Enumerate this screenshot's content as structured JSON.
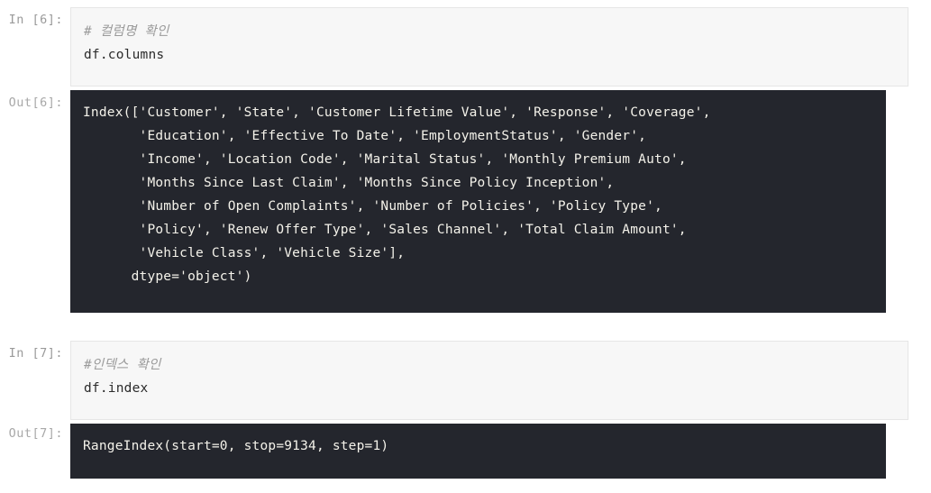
{
  "notebook": {
    "cells": [
      {
        "input_prompt": "In [6]:",
        "output_prompt": "Out[6]:",
        "source": [
          "# 컬럼명 확인",
          "df.columns"
        ],
        "output": [
          "Index(['Customer', 'State', 'Customer Lifetime Value', 'Response', 'Coverage',",
          "       'Education', 'Effective To Date', 'EmploymentStatus', 'Gender',",
          "       'Income', 'Location Code', 'Marital Status', 'Monthly Premium Auto',",
          "       'Months Since Last Claim', 'Months Since Policy Inception',",
          "       'Number of Open Complaints', 'Number of Policies', 'Policy Type',",
          "       'Policy', 'Renew Offer Type', 'Sales Channel', 'Total Claim Amount',",
          "       'Vehicle Class', 'Vehicle Size'],",
          "      dtype='object')"
        ]
      },
      {
        "input_prompt": "In [7]:",
        "output_prompt": "Out[7]:",
        "source": [
          "#인덱스 확인",
          "df.index"
        ],
        "output": [
          "RangeIndex(start=0, stop=9134, step=1)"
        ]
      }
    ]
  },
  "colors": {
    "page_background": "#ffffff",
    "input_background": "#f7f7f7",
    "input_border": "#e6e6e6",
    "output_background": "#24262d",
    "output_text": "#f4f2ea",
    "code_text": "#2b2b2b",
    "comment_text": "#9b9b9b",
    "prompt_text": "#9a9a9a"
  }
}
